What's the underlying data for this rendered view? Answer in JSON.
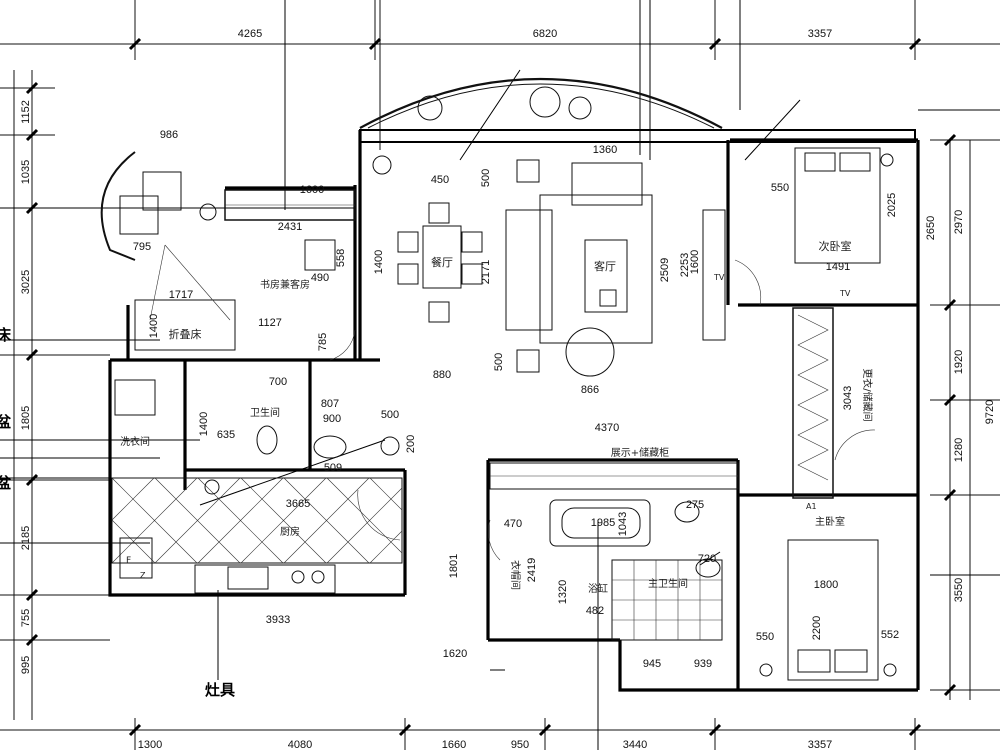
{
  "dims": {
    "top": [
      "4265",
      "6820",
      "3357"
    ],
    "bottom": [
      "1300",
      "4080",
      "1660",
      "950",
      "3440",
      "3357"
    ],
    "left": [
      "1152",
      "1035",
      "3025",
      "1805",
      "2185",
      "755",
      "995"
    ],
    "right": [
      "2970",
      "1920",
      "1280",
      "3550"
    ],
    "right_total": "9720",
    "inner": {
      "d986": "986",
      "d1600": "1600",
      "d2431": "2431",
      "d795": "795",
      "d1717": "1717",
      "d490": "490",
      "d558": "558",
      "d1400a": "1400",
      "d1127": "1127",
      "d785": "785",
      "d700": "700",
      "d807": "807",
      "d900": "900",
      "d500a": "500",
      "d200": "200",
      "d1400b": "1400",
      "d635": "635",
      "d509": "509",
      "d3665": "3665",
      "d3933": "3933",
      "d450": "450",
      "d500b": "500",
      "d1400c": "1400",
      "d2171": "2171",
      "d1360": "1360",
      "d2509": "2509",
      "d2253": "2253",
      "d1600b": "1600",
      "d880": "880",
      "d500c": "500",
      "d866": "866",
      "d4370": "4370",
      "d550a": "550",
      "d1491": "1491",
      "d2025": "2025",
      "d2650": "2650",
      "d3043": "3043",
      "d1985": "1985",
      "d1043": "1043",
      "d275": "275",
      "d470": "470",
      "d2419": "2419",
      "d1320": "1320",
      "d482": "482",
      "d1801": "1801",
      "d1620": "1620",
      "d945": "945",
      "d939": "939",
      "d720": "720",
      "d1800": "1800",
      "d2200": "2200",
      "d550b": "550",
      "d552": "552"
    }
  },
  "rooms": {
    "dining": "餐厅",
    "living": "客厅",
    "bedroom2": "次卧室",
    "study": "书房兼客房",
    "folding_bed": "折叠床",
    "bath1": "卫生间",
    "laundry": "洗衣间",
    "kitchen": "厨房",
    "cloak": "更衣/储藏间",
    "display": "展示+储藏柜",
    "master": "主卧室",
    "wardrobe": "衣帽间",
    "tub": "浴缸",
    "bath2": "主卫生间"
  },
  "edge_labels": [
    "床",
    "盆",
    "盆"
  ],
  "appliance_label": "灶具",
  "marks": {
    "tv1": "TV",
    "tv2": "TV",
    "a1": "A1",
    "f": "F",
    "z": "Z"
  }
}
